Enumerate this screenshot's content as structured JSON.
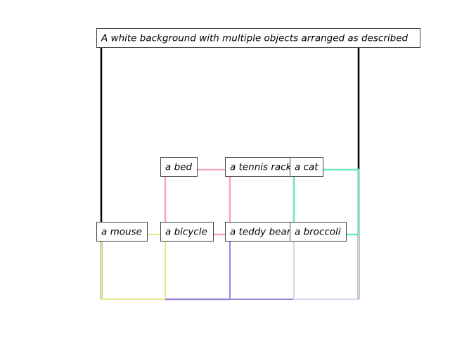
{
  "caption": "A white background with multiple objects arranged as described",
  "objects": [
    {
      "id": "bed",
      "label": "a bed",
      "color": "#f4a6bd"
    },
    {
      "id": "tennis",
      "label": "a tennis racket",
      "color": "#b9c8f0"
    },
    {
      "id": "cat",
      "label": "a cat",
      "color": "#6be6c5"
    },
    {
      "id": "mouse",
      "label": "a mouse",
      "color": "#e6e68a"
    },
    {
      "id": "bicycle",
      "label": "a bicycle",
      "color": "#f4a6bd"
    },
    {
      "id": "teddy",
      "label": "a teddy bear",
      "color": "#9b85db"
    },
    {
      "id": "broccoli",
      "label": "a broccoli",
      "color": "#d7d5ee"
    }
  ],
  "colors": {
    "background": "#ffffff",
    "frame": "#000000"
  }
}
